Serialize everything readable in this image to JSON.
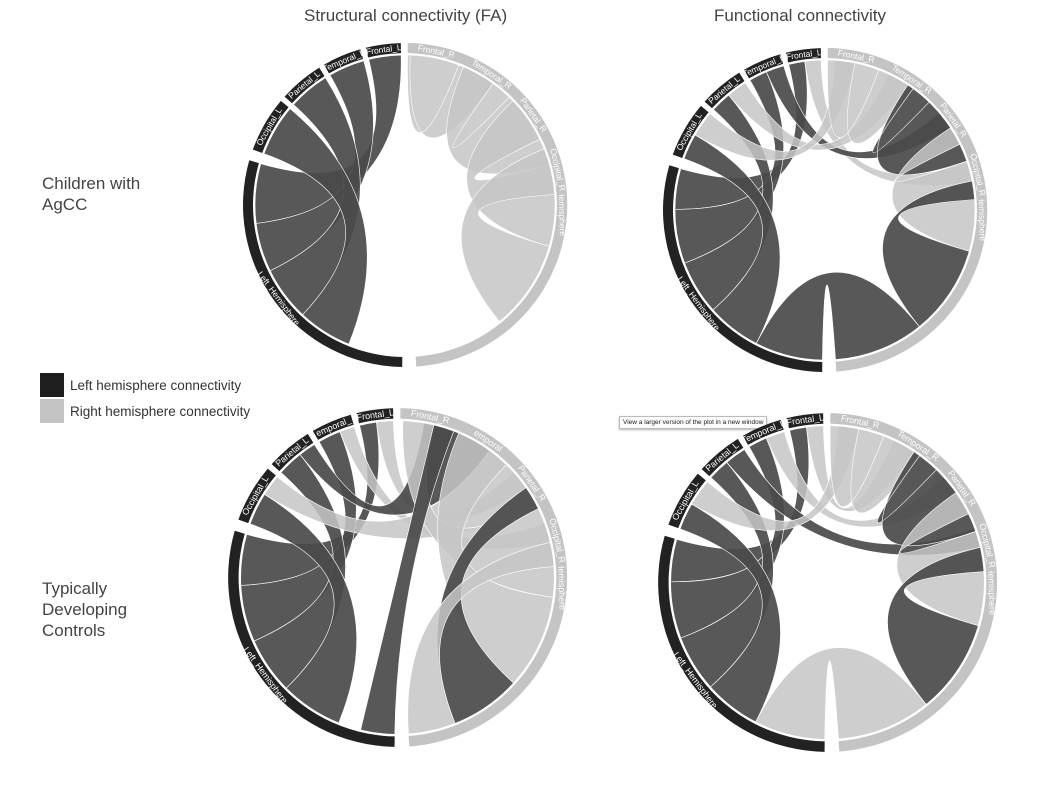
{
  "columns": {
    "structural": "Structural connectivity (FA)",
    "functional": "Functional connectivity"
  },
  "rows": {
    "agcc": [
      "Children with",
      "AgCC"
    ],
    "tdc": [
      "Typically",
      "Developing",
      "Controls"
    ]
  },
  "legend": [
    {
      "label": "Left hemisphere connectivity",
      "color": "#1e1e1e"
    },
    {
      "label": "Right hemisphere connectivity",
      "color": "#c4c4c4"
    }
  ],
  "tooltip": "View a larger version of the plot in a new window",
  "colors": {
    "left": "#222222",
    "left_chord": "#4a4a4a",
    "right": "#c4c4c4",
    "right_chord": "#c6c6c6"
  },
  "diagrams": [
    {
      "id": "agcc-structural",
      "segments": [
        {
          "label": "Frontal_L",
          "side": "left"
        },
        {
          "label": "Temporal_L",
          "side": "left"
        },
        {
          "label": "Parietal_L",
          "side": "left"
        },
        {
          "label": "Occipital_L",
          "side": "left"
        },
        {
          "label": "Left_Hemisphere",
          "side": "left"
        },
        {
          "label": "Right_Hemisphere",
          "side": "right"
        },
        {
          "label": "Occipital_R",
          "side": "right"
        },
        {
          "label": "Parietal_R",
          "side": "right"
        },
        {
          "label": "Temporal_R",
          "side": "right"
        },
        {
          "label": "Frontal_R",
          "side": "right"
        }
      ]
    },
    {
      "id": "agcc-functional",
      "segments": [
        {
          "label": "Frontal_L",
          "side": "left"
        },
        {
          "label": "Temporal_L",
          "side": "left"
        },
        {
          "label": "Parietal_L",
          "side": "left"
        },
        {
          "label": "Occipital_L",
          "side": "left"
        },
        {
          "label": "Left_Hemisphere",
          "side": "left"
        },
        {
          "label": "Right_Hemisphere",
          "side": "right"
        },
        {
          "label": "Occipital_R",
          "side": "right"
        },
        {
          "label": "Parietal_R",
          "side": "right"
        },
        {
          "label": "Temporal_R",
          "side": "right"
        },
        {
          "label": "Frontal_R",
          "side": "right"
        }
      ]
    },
    {
      "id": "tdc-structural",
      "segments": [
        {
          "label": "Frontal_L",
          "side": "left"
        },
        {
          "label": "emporal_",
          "side": "left"
        },
        {
          "label": "Parietal_L",
          "side": "left"
        },
        {
          "label": "Occipital_L",
          "side": "left"
        },
        {
          "label": "Left_Hemisphere",
          "side": "left"
        },
        {
          "label": "Right_Hemisphere",
          "side": "right"
        },
        {
          "label": "Occipital_R",
          "side": "right"
        },
        {
          "label": "Parietal_R",
          "side": "right"
        },
        {
          "label": "emporal",
          "side": "right"
        },
        {
          "label": "Frontal_R",
          "side": "right"
        }
      ]
    },
    {
      "id": "tdc-functional",
      "segments": [
        {
          "label": "Frontal_L",
          "side": "left"
        },
        {
          "label": "Temporal_L",
          "side": "left"
        },
        {
          "label": "Parietal_L",
          "side": "left"
        },
        {
          "label": "Occipital_L",
          "side": "left"
        },
        {
          "label": "Left_Hemisphere",
          "side": "left"
        },
        {
          "label": "Right_Hemisphere",
          "side": "right"
        },
        {
          "label": "Occipital_R",
          "side": "right"
        },
        {
          "label": "Parietal_R",
          "side": "right"
        },
        {
          "label": "Temporal_R",
          "side": "right"
        },
        {
          "label": "Frontal_R",
          "side": "right"
        }
      ]
    }
  ]
}
